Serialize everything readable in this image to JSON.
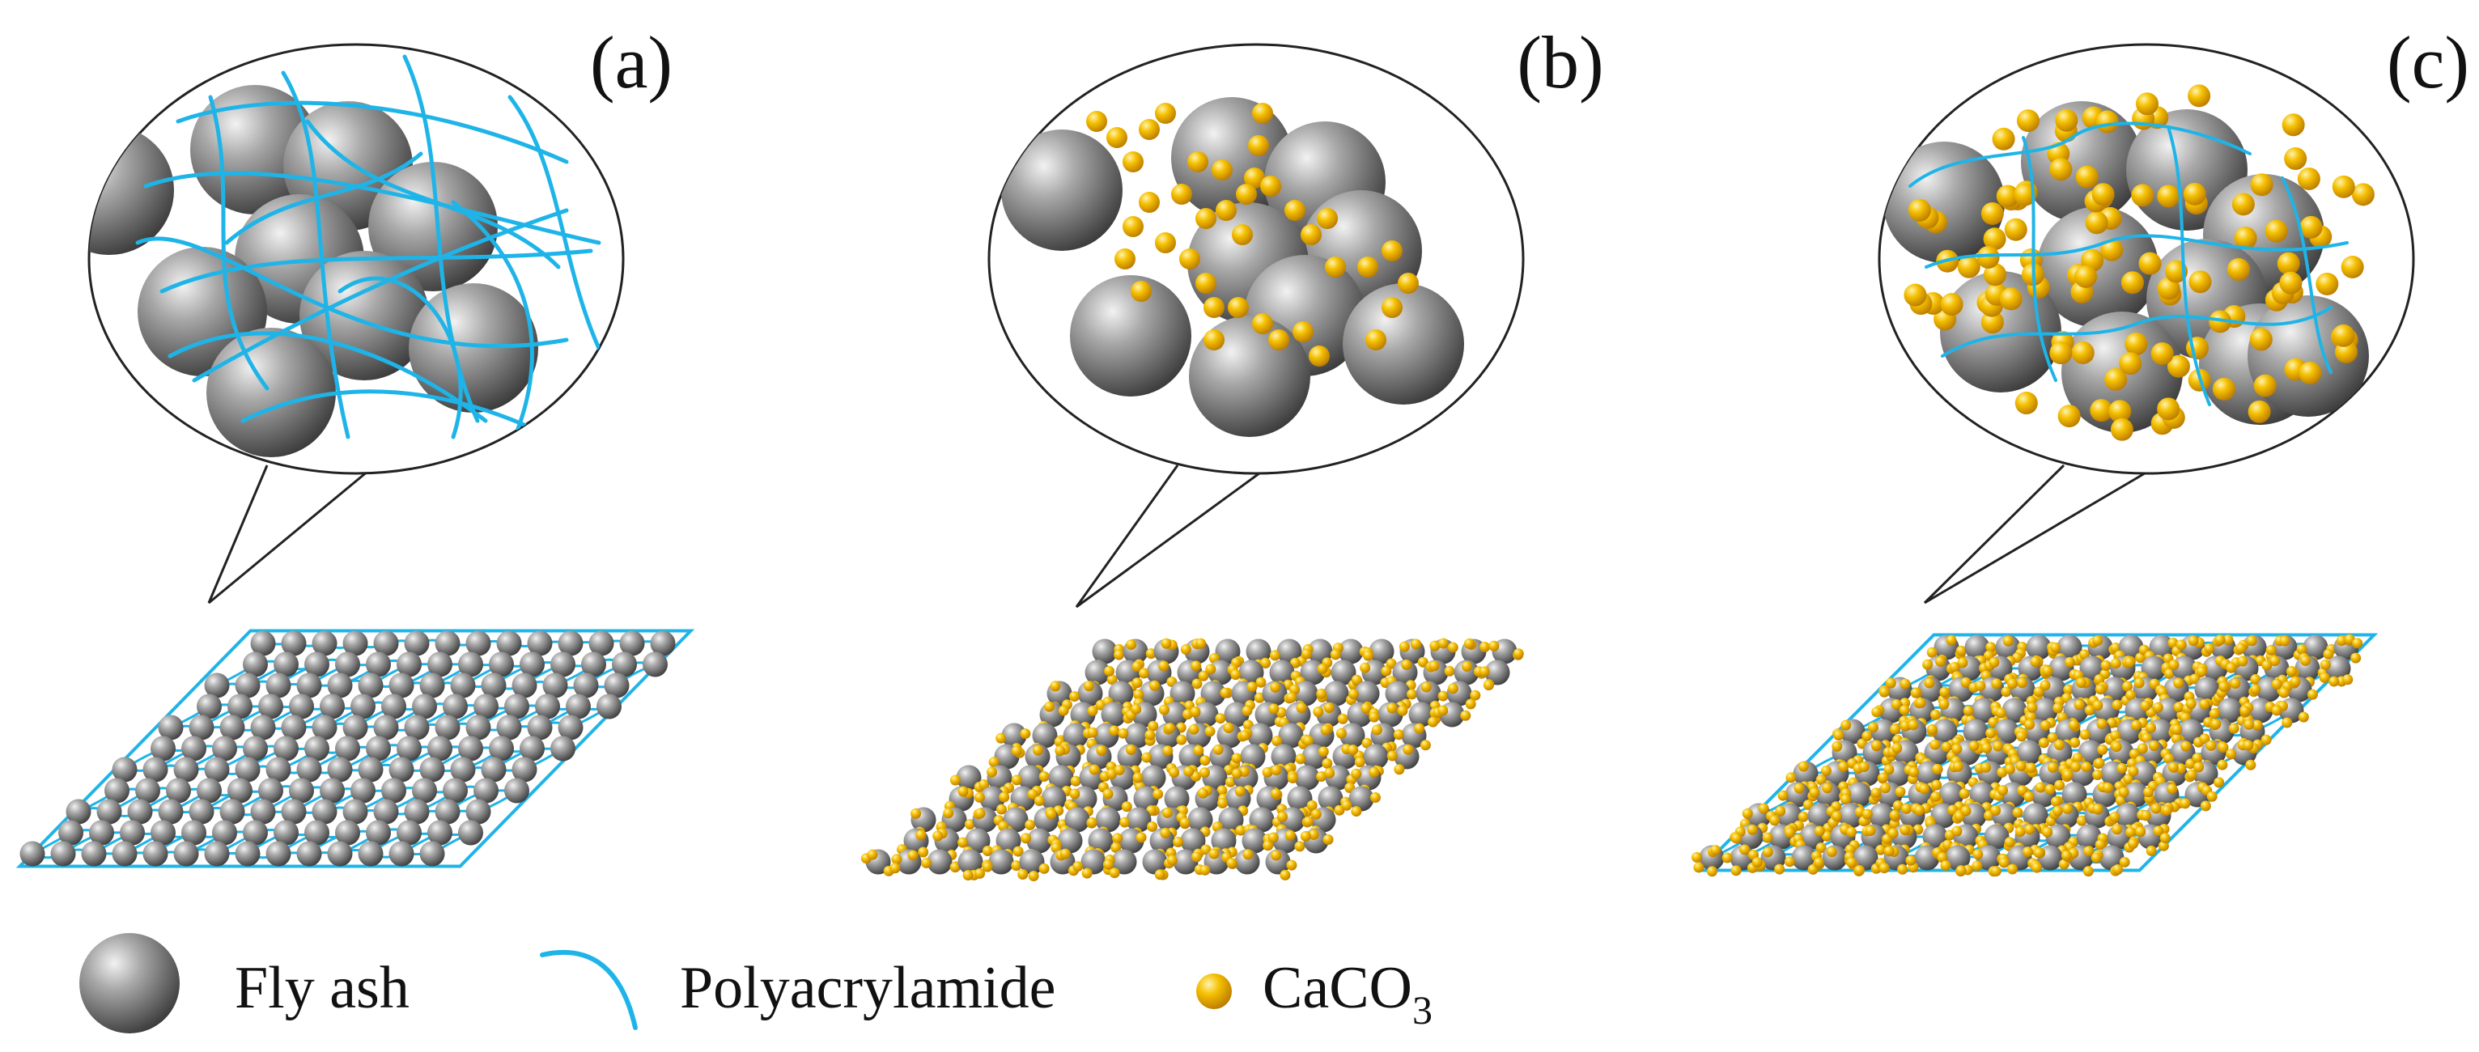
{
  "panels": [
    {
      "label": "(a)",
      "composition": "fly-ash-polyacrylamide"
    },
    {
      "label": "(b)",
      "composition": "fly-ash-caco3"
    },
    {
      "label": "(c)",
      "composition": "fly-ash-polyacrylamide-caco3"
    }
  ],
  "legend": {
    "fly_ash": "Fly ash",
    "polyacrylamide": "Polyacrylamide",
    "caco3_main": "CaCO",
    "caco3_sub": "3"
  },
  "colors": {
    "fly_ash": "#7a7a7a",
    "polyacrylamide": "#1fb4e8",
    "caco3": "#e8a200",
    "outline": "#222222"
  }
}
